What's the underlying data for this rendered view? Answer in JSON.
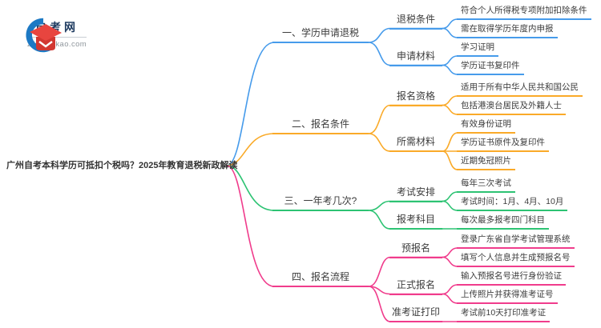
{
  "logo": {
    "site_name": "自考网",
    "site_url": "zikao-zikao.com",
    "icon": "graduation-cap-icon",
    "colors": {
      "swoosh": "#1c79c4",
      "cap_top": "#e8453f",
      "cap_base": "#d23731",
      "name_text": "#1d3a5f",
      "url_text": "#90979d"
    }
  },
  "mindmap": {
    "root": {
      "label": "广州自考本科学历可抵扣个税吗？2025年教育退税新政解读",
      "color": "#333333"
    },
    "branches": [
      {
        "label": "一、学历申请退税",
        "color": "#469beb",
        "children": [
          {
            "label": "退税条件",
            "children": [
              {
                "label": "符合个人所得税专项附加扣除条件"
              },
              {
                "label": "需在取得学历年度内申报"
              }
            ]
          },
          {
            "label": "申请材料",
            "children": [
              {
                "label": "学习证明"
              },
              {
                "label": "学历证书复印件"
              }
            ]
          }
        ]
      },
      {
        "label": "二、报名条件",
        "color": "#faaa28",
        "children": [
          {
            "label": "报名资格",
            "children": [
              {
                "label": "适用于所有中华人民共和国公民"
              },
              {
                "label": "包括港澳台居民及外籍人士"
              }
            ]
          },
          {
            "label": "所需材料",
            "children": [
              {
                "label": "有效身份证明"
              },
              {
                "label": "学历证书原件及复印件"
              },
              {
                "label": "近期免冠照片"
              }
            ]
          }
        ]
      },
      {
        "label": "三、一年考几次?",
        "color": "#2dc373",
        "children": [
          {
            "label": "考试安排",
            "children": [
              {
                "label": "每年三次考试"
              },
              {
                "label": "考试时间：1月、4月、10月"
              }
            ]
          },
          {
            "label": "报考科目",
            "children": [
              {
                "label": "每次最多报考四门科目"
              }
            ]
          }
        ]
      },
      {
        "label": "四、报名流程",
        "color": "#f03c8c",
        "children": [
          {
            "label": "预报名",
            "children": [
              {
                "label": "登录广东省自学考试管理系统"
              },
              {
                "label": "填写个人信息并生成预报名号"
              }
            ]
          },
          {
            "label": "正式报名",
            "children": [
              {
                "label": "输入预报名号进行身份验证"
              },
              {
                "label": "上传照片并获得准考证号"
              }
            ]
          },
          {
            "label": "准考证打印",
            "children": [
              {
                "label": "考试前10天打印准考证"
              }
            ]
          }
        ]
      }
    ]
  }
}
